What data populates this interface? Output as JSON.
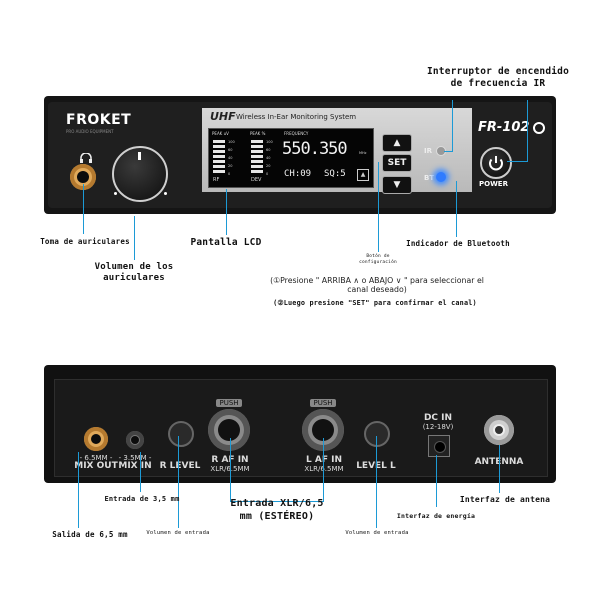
{
  "front": {
    "brand": "FROKET",
    "brand_sub": "PRO AUDIO EQUIPMENT",
    "system_uhf": "UHF",
    "system_title": "Wireless In-Ear Monitoring System",
    "model": "FR-102",
    "peak_left": "PEAK",
    "peak_left_unit": "uV",
    "peak_right": "PEAK",
    "peak_right_unit": "%",
    "rf": "RF",
    "dev": "DEV",
    "frequency_label": "FREQUENCY",
    "frequency": "550.350",
    "freq_unit": "MHz",
    "channel": "CH:09",
    "squelch": "SQ:5",
    "set": "SET",
    "ir": "IR",
    "bt": "BT",
    "power": "POWER",
    "scale_left": [
      "100",
      "60",
      "40",
      "20",
      "0"
    ],
    "scale_right": [
      "100",
      "60",
      "40",
      "20",
      "0"
    ]
  },
  "rear": {
    "mix_out_note": "- 6.5MM -",
    "mix_out": "MIX OUT",
    "mix_in_note": "- 3.5MM -",
    "mix_in": "MIX IN",
    "level_r": "R LEVEL",
    "push": "PUSH",
    "af_in_r": "R AF IN",
    "xlr_r": "XLR/6.5MM",
    "af_in_l": "L AF IN",
    "xlr_l": "XLR/6.5MM",
    "level_l": "LEVEL L",
    "dc_in": "DC IN",
    "dc_spec": "(12-18V)",
    "antenna": "ANTENNA"
  },
  "labels": {
    "power_switch_1": "Interruptor de encendido",
    "power_switch_2": "de frecuencia IR",
    "headphone_jack": "Toma de auriculares",
    "headphone_volume_1": "Volumen de los",
    "headphone_volume_2": "auriculares",
    "lcd": "Pantalla LCD",
    "config_button_1": "Botón de",
    "config_button_2": "configuración",
    "bluetooth": "Indicador de Bluetooth",
    "instruction_1": "(①Presione \" ARRIBA ∧ o ABAJO ∨ \" para seleccionar el",
    "instruction_2": "canal deseado)",
    "instruction_3": "(②Luego presione \"SET\" para confirmar el canal)",
    "input_35": "Entrada de 3,5 mm",
    "xlr_input_1": "Entrada XLR/6,5",
    "xlr_input_2": "mm (ESTÉREO)",
    "antenna_iface": "Interfaz de antena",
    "output_65": "Salida de 6,5 mm",
    "input_volume_left": "Volumen de entrada",
    "input_volume_right": "Volumen de entrada",
    "power_iface": "Interfaz de energía"
  },
  "colors": {
    "accent_line": "#1c9ad6",
    "device_body": "#151515",
    "bt_led": "#2f7bff",
    "headphone_ring": "#e0a95a"
  }
}
